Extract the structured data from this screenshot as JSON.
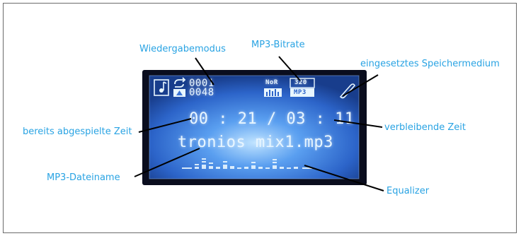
{
  "labels": {
    "playback_mode": "Wiedergabemodus",
    "bitrate": "MP3-Bitrate",
    "storage_medium": "eingesetztes  Speichermedium",
    "elapsed_time": "bereits abgespielte  Zeit",
    "remaining_time": "verbleibende  Zeit",
    "filename": "MP3-Dateiname",
    "equalizer": "Equalizer"
  },
  "display": {
    "track_number": "0001",
    "track_total": "0048",
    "eq_mode": "NoR",
    "bitrate_value": "320",
    "format": "MP3",
    "time": "00 : 21 / 03 : 11",
    "filename": "tronios mix1.mp3"
  },
  "colors": {
    "label": "#29a3e3",
    "lcd_background": "#2f6fd6",
    "lcd_text": "#e8f6ff"
  }
}
